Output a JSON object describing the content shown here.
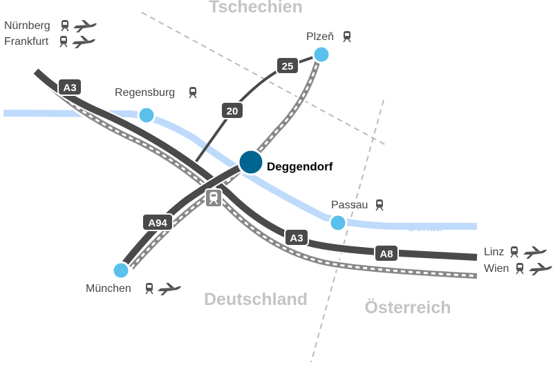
{
  "countries": {
    "czech": "Tschechien",
    "germany": "Deutschland",
    "austria": "Österreich"
  },
  "river": "Donau",
  "cities": {
    "nuernberg": "Nürnberg",
    "frankfurt": "Frankfurt",
    "regensburg": "Regensburg",
    "plzen": "Plzeň",
    "deggendorf": "Deggendorf",
    "passau": "Passau",
    "muenchen": "München",
    "linz": "Linz",
    "wien": "Wien"
  },
  "roads": {
    "a3_north": "A3",
    "a3_south": "A3",
    "r20": "20",
    "r25": "25",
    "a94": "A94",
    "a8": "A8"
  },
  "colors": {
    "road": "#4a4a4a",
    "rail": "#888888",
    "river": "#bfdbfb",
    "city": "#5bc0eb",
    "deggendorf": "#006491",
    "border": "#bbbbbb"
  }
}
